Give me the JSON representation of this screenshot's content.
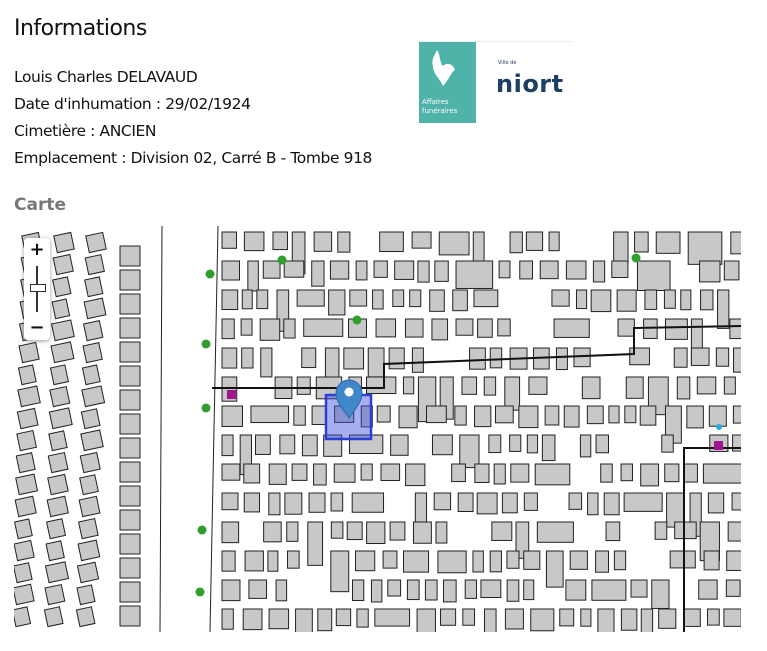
{
  "header": {
    "title": "Informations"
  },
  "details": {
    "name": "Louis Charles DELAVAUD",
    "date": "Date d'inhumation : 29/02/1924",
    "cemetery": "Cimetière : ANCIEN",
    "location": "Emplacement : Division 02, Carré B - Tombe 918"
  },
  "logo": {
    "left_text": "Affaires funéraires",
    "city_prefix": "Ville de",
    "city": "niort",
    "brand_color": "#4fb3aa"
  },
  "map": {
    "title": "Carte",
    "zoom_in": "+",
    "zoom_out": "−",
    "marker_color": "#3f87c9",
    "highlight_color": "#2a3fd6"
  }
}
